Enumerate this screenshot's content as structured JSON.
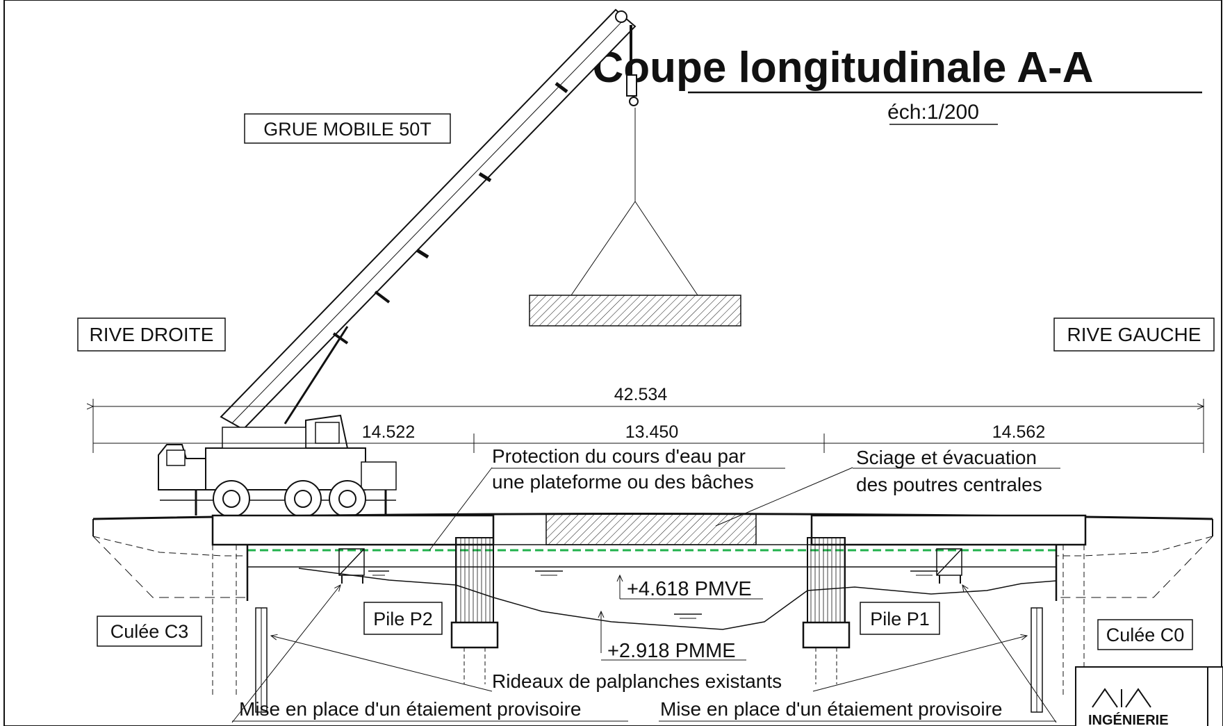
{
  "title": "Coupe longitudinale A-A",
  "scale": "éch:1/200",
  "crane_label": "GRUE MOBILE 50T",
  "bank_right": "RIVE DROITE",
  "bank_left": "RIVE GAUCHE",
  "dimensions": {
    "total": "42.534",
    "span_left": "14.522",
    "span_center": "13.450",
    "span_right": "14.562"
  },
  "annotations": {
    "protection_line1": "Protection du cours d'eau par",
    "protection_line2": "une plateforme ou des bâches",
    "sawing_line1": "Sciage et évacuation",
    "sawing_line2": "des poutres centrales",
    "pmve": "+4.618 PMVE",
    "pmme": "+2.918 PMME",
    "sheet_piles": "Rideaux de palplanches existants",
    "shoring_left": "Mise en place d'un étaiement provisoire",
    "shoring_right": "Mise en place d'un étaiement provisoire"
  },
  "supports": {
    "pile_p2": "Pile P2",
    "pile_p1": "Pile P1",
    "culee_c3": "Culée C3",
    "culee_c0": "Culée C0"
  },
  "logo_text": "INGÉNIERIE",
  "colors": {
    "lines": "#111111",
    "water_protection": "#22b14c"
  }
}
